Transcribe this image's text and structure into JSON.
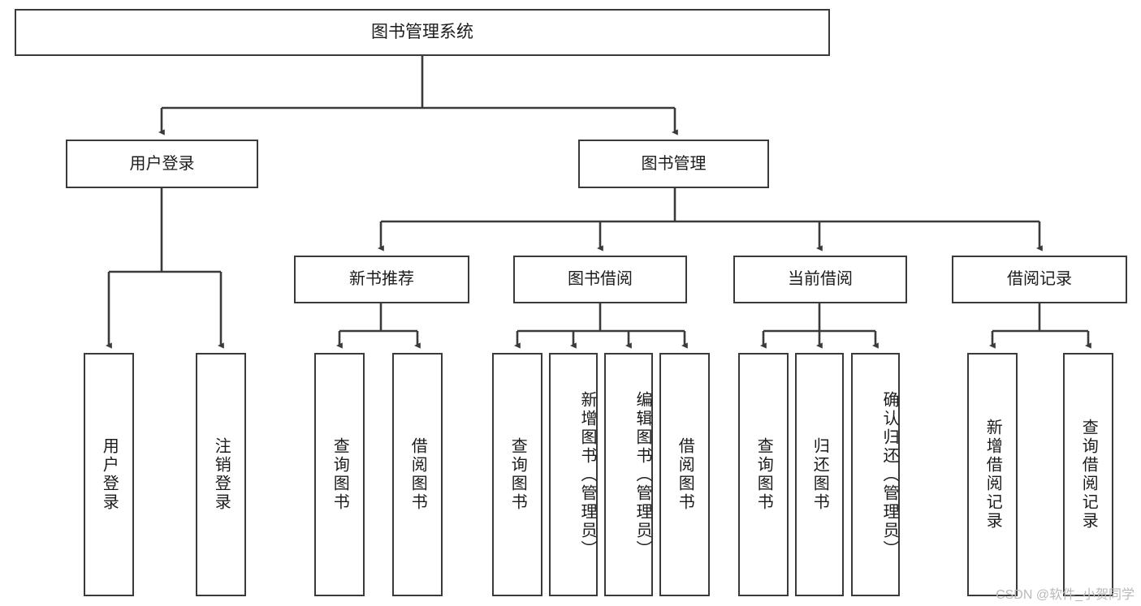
{
  "diagram": {
    "title": "图书管理系统",
    "watermark": "CSDN @软件_小贺同学",
    "colors": {
      "stroke": "#3a3a3a",
      "box_fill": "#ffffff",
      "text": "#1b1b1b",
      "watermark": "#b9b9b9",
      "background": "#ffffff"
    },
    "root": {
      "label": "图书管理系统"
    },
    "level1": [
      {
        "label": "用户登录"
      },
      {
        "label": "图书管理"
      }
    ],
    "level2": [
      {
        "label": "新书推荐"
      },
      {
        "label": "图书借阅"
      },
      {
        "label": "当前借阅"
      },
      {
        "label": "借阅记录"
      }
    ],
    "leaves": {
      "user_login": [
        {
          "label": "用户登录"
        },
        {
          "label": "注销登录"
        }
      ],
      "new_book_recommend": [
        {
          "label": "查询图书"
        },
        {
          "label": "借阅图书"
        }
      ],
      "book_borrow": [
        {
          "label": "查询图书"
        },
        {
          "label": "新增图书（管理员）"
        },
        {
          "label": "编辑图书（管理员）"
        },
        {
          "label": "借阅图书"
        }
      ],
      "current_borrow": [
        {
          "label": "查询图书"
        },
        {
          "label": "归还图书"
        },
        {
          "label": "确认归还（管理员）"
        }
      ],
      "borrow_record": [
        {
          "label": "新增借阅记录"
        },
        {
          "label": "查询借阅记录"
        }
      ]
    }
  }
}
